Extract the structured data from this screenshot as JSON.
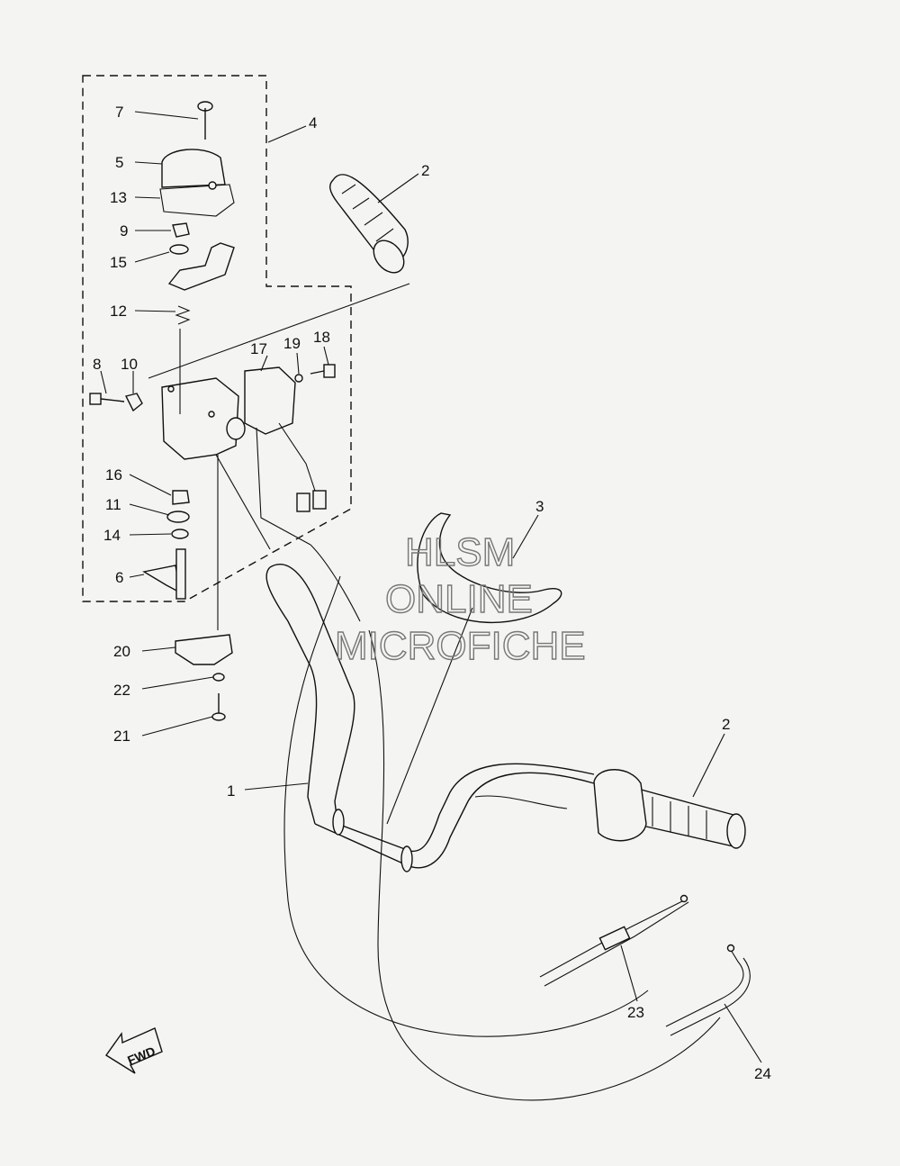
{
  "labels": {
    "l1": "1",
    "l2a": "2",
    "l2b": "2",
    "l3": "3",
    "l4": "4",
    "l5": "5",
    "l6": "6",
    "l7": "7",
    "l8": "8",
    "l9": "9",
    "l10": "10",
    "l11": "11",
    "l12": "12",
    "l13": "13",
    "l14": "14",
    "l15": "15",
    "l16": "16",
    "l17": "17",
    "l18": "18",
    "l19": "19",
    "l20": "20",
    "l21": "21",
    "l22": "22",
    "l23": "23",
    "l24": "24"
  },
  "watermark": {
    "line1": "HLSM",
    "line2": "ONLINE",
    "line3": "MICROFICHE"
  },
  "direction": {
    "label": "FWD"
  },
  "colors": {
    "ink": "#111111",
    "paper": "#f4f4f2",
    "watermark": "#777777"
  }
}
